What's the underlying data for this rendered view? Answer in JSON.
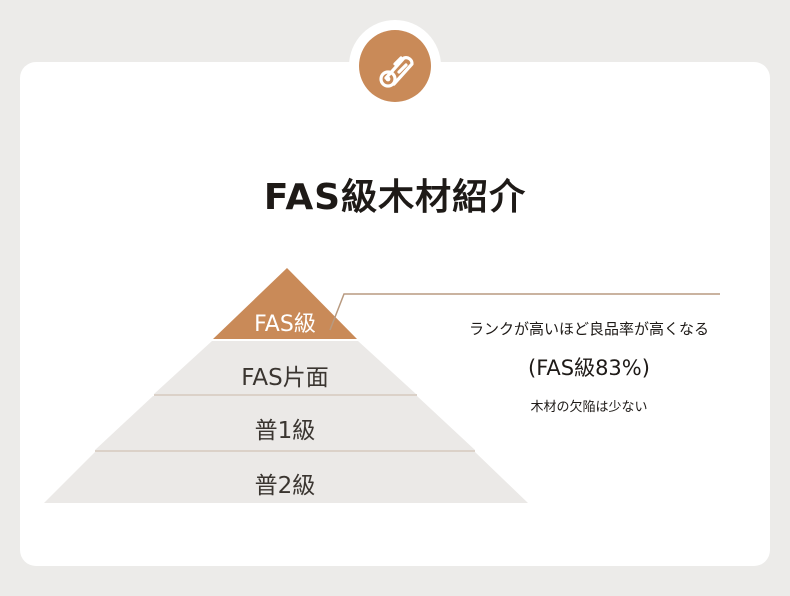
{
  "title": "FAS級木材紹介",
  "badge_icon": "wood-log-icon",
  "colors": {
    "accent": "#c98a58",
    "tier_fill": "#ebe9e7",
    "divider": "#cfc2b6",
    "line": "#b89a80"
  },
  "tiers": [
    {
      "label": "FAS級"
    },
    {
      "label": "FAS片面"
    },
    {
      "label": "普1級"
    },
    {
      "label": "普2級"
    }
  ],
  "note": {
    "main": "ランクが高いほど良品率が高くなる",
    "percent": "(FAS級83%)",
    "sub": "木材の欠陥は少ない"
  }
}
